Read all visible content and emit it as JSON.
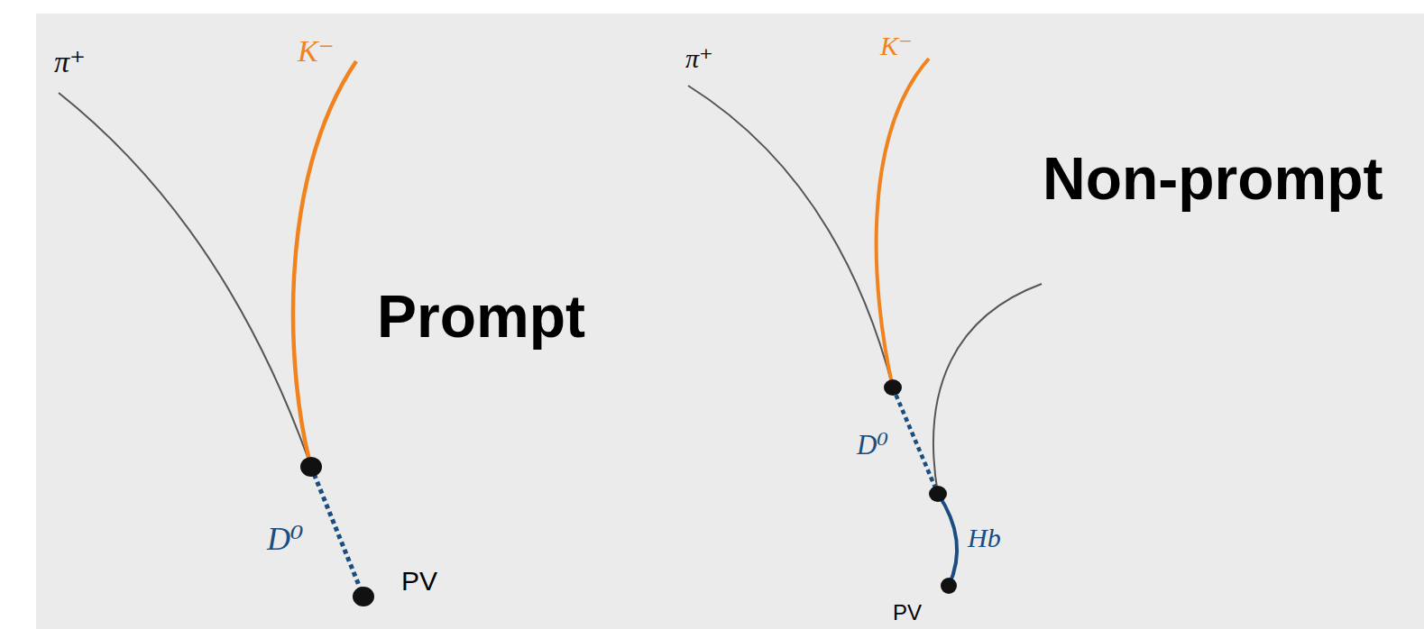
{
  "diagram": {
    "labels": [
      "π⁺",
      "K⁻",
      "Prompt",
      "D⁰",
      "PV",
      "π⁺",
      "K⁻",
      "Non-prompt",
      "D⁰",
      "Hb",
      "PV"
    ]
  }
}
